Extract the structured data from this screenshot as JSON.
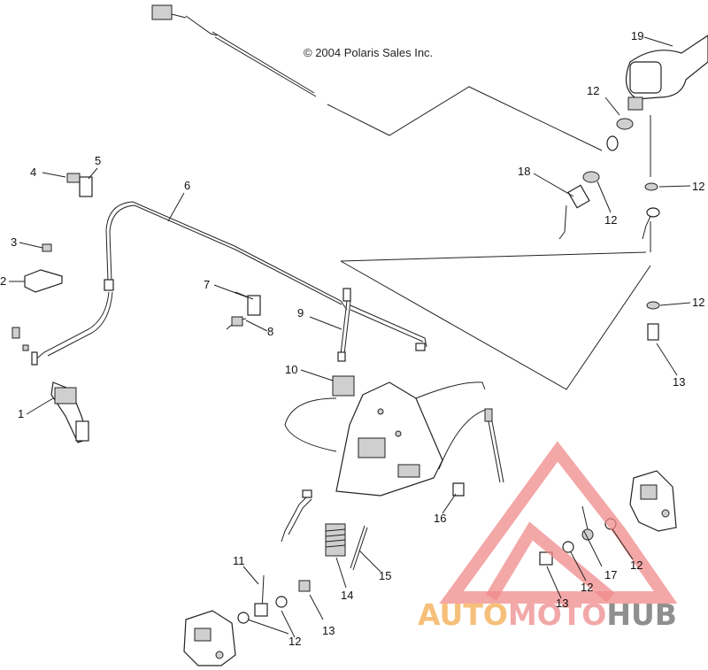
{
  "copyright": "© 2004 Polaris Sales Inc.",
  "callouts": [
    {
      "label": "1"
    },
    {
      "label": "2"
    },
    {
      "label": "3"
    },
    {
      "label": "4"
    },
    {
      "label": "5"
    },
    {
      "label": "6"
    },
    {
      "label": "7"
    },
    {
      "label": "8"
    },
    {
      "label": "9"
    },
    {
      "label": "10"
    },
    {
      "label": "11"
    },
    {
      "label": "12"
    },
    {
      "label": "13"
    },
    {
      "label": "14"
    },
    {
      "label": "15"
    },
    {
      "label": "16"
    },
    {
      "label": "17"
    },
    {
      "label": "18"
    },
    {
      "label": "19"
    }
  ],
  "watermark": {
    "part1": "AUTO",
    "part2": "MOTO",
    "part3": "HUB",
    "logo_color": "#f08a8a"
  }
}
